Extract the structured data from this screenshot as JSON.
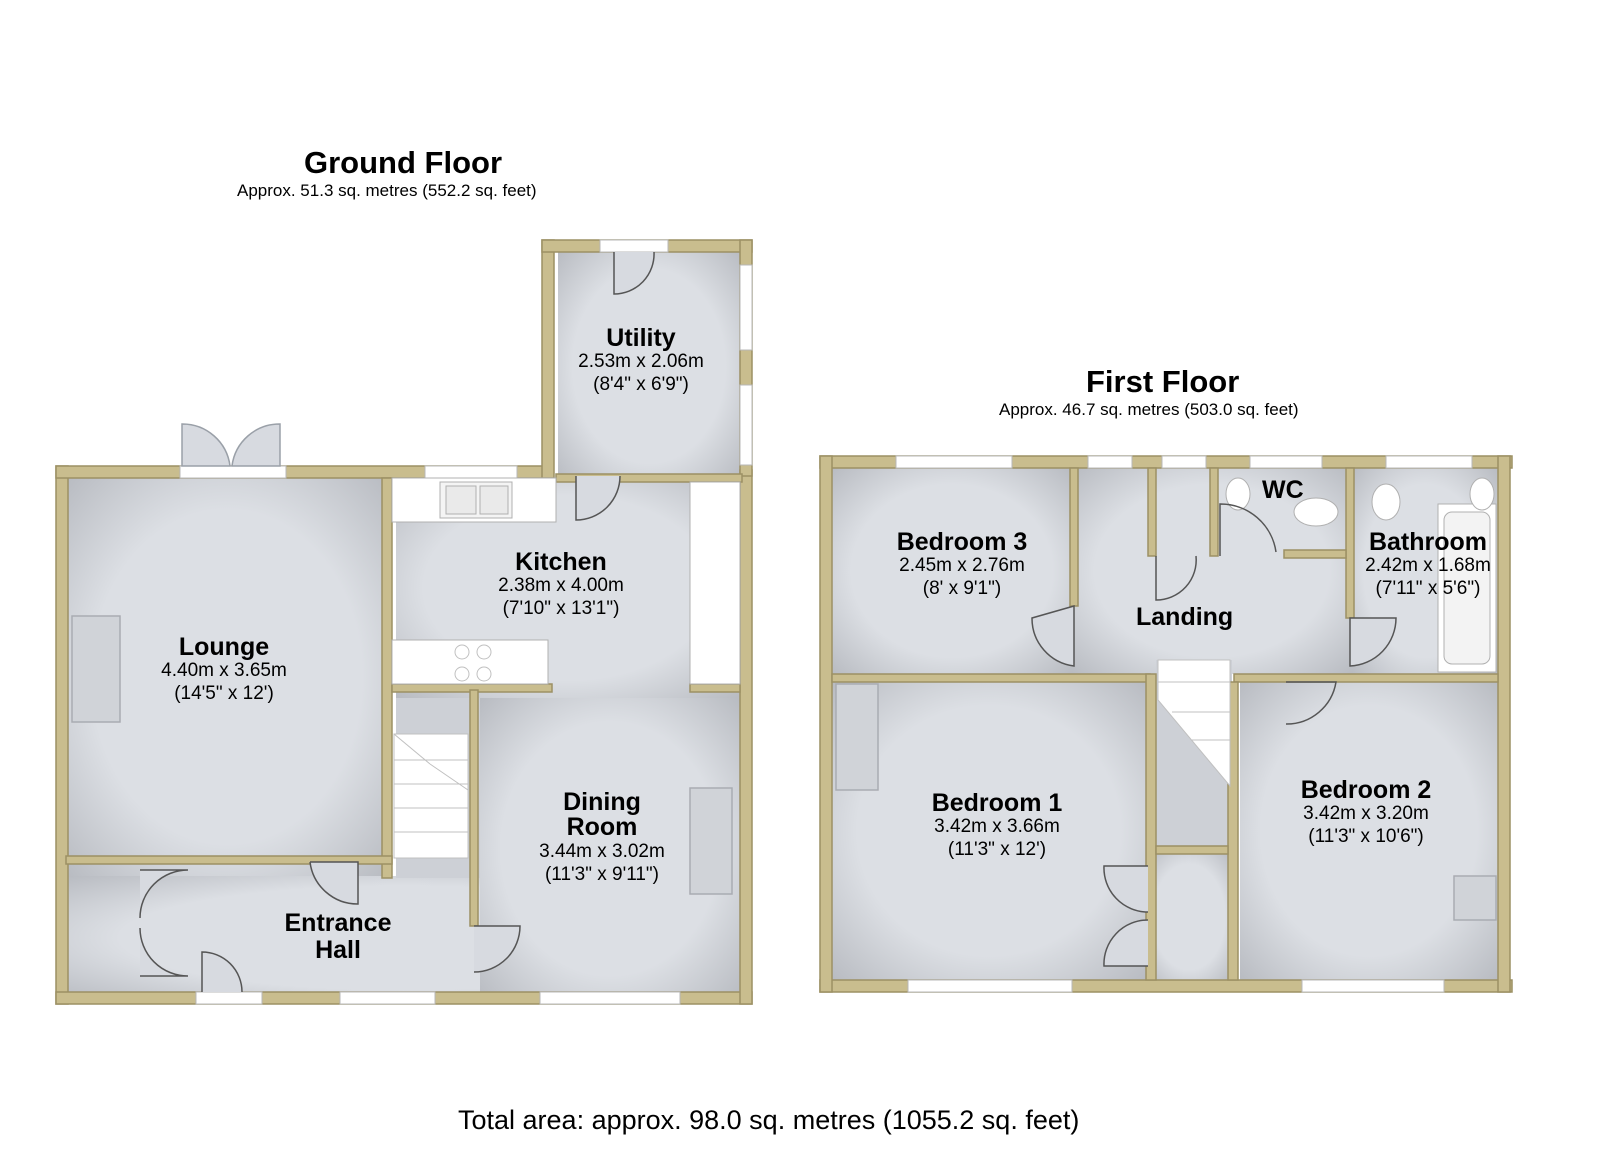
{
  "colors": {
    "wall": "#c9bd8e",
    "wall_edge": "#9c9064",
    "floor": "#d7dae0",
    "floor_shade": "#b4b7bd",
    "fixture": "#ffffff"
  },
  "ground_floor": {
    "title": "Ground Floor",
    "area": "Approx. 51.3 sq. metres (552.2 sq. feet)",
    "rooms": {
      "lounge": {
        "name": "Lounge",
        "metric": "4.40m x 3.65m",
        "imperial": "(14'5\" x 12')"
      },
      "kitchen": {
        "name": "Kitchen",
        "metric": "2.38m x 4.00m",
        "imperial": "(7'10\" x 13'1\")"
      },
      "utility": {
        "name": "Utility",
        "metric": "2.53m x 2.06m",
        "imperial": "(8'4\" x 6'9\")"
      },
      "dining": {
        "name_line1": "Dining",
        "name_line2": "Room",
        "metric": "3.44m x 3.02m",
        "imperial": "(11'3\" x 9'11\")"
      },
      "hall": {
        "name_line1": "Entrance",
        "name_line2": "Hall"
      }
    }
  },
  "first_floor": {
    "title": "First Floor",
    "area": "Approx. 46.7 sq. metres (503.0 sq. feet)",
    "rooms": {
      "bedroom3": {
        "name": "Bedroom 3",
        "metric": "2.45m x 2.76m",
        "imperial": "(8' x 9'1\")"
      },
      "wc": {
        "name": "WC"
      },
      "bathroom": {
        "name": "Bathroom",
        "metric": "2.42m x 1.68m",
        "imperial": "(7'11\" x 5'6\")"
      },
      "landing": {
        "name": "Landing"
      },
      "bedroom1": {
        "name": "Bedroom 1",
        "metric": "3.42m x 3.66m",
        "imperial": "(11'3\" x 12')"
      },
      "bedroom2": {
        "name": "Bedroom 2",
        "metric": "3.42m x 3.20m",
        "imperial": "(11'3\" x 10'6\")"
      }
    }
  },
  "total_area": "Total area: approx. 98.0 sq. metres (1055.2 sq. feet)"
}
